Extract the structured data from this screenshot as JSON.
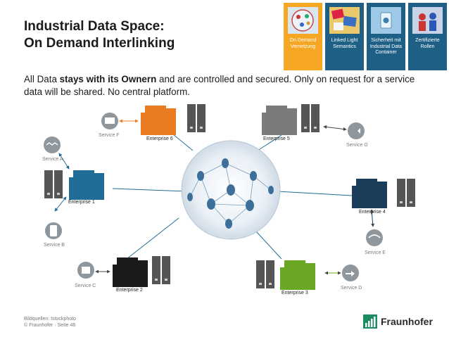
{
  "slide": {
    "title_line1": "Industrial Data Space:",
    "title_line2": "On Demand Interlinking",
    "intro_prefix": "All Data ",
    "intro_bold": "stays with its Ownern",
    "intro_suffix": " and are controlled and secured. Only on request for a service data will be shared. No central platform."
  },
  "tiles": [
    {
      "label": "On Demand Vernetzung",
      "active": true
    },
    {
      "label": "Linked Light Semantics",
      "active": false
    },
    {
      "label": "Sicherheit mit Industrial Data Container",
      "active": false
    },
    {
      "label": "Zertifizierte Rollen",
      "active": false
    }
  ],
  "enterprises": {
    "e1": "Enterprise 1",
    "e2": "Enterprise 2",
    "e3": "Enterprise 3",
    "e4": "Enterprise 4",
    "e5": "Enterprise 5",
    "e6": "Enterprise 6"
  },
  "services": {
    "a": "Service A",
    "b": "Service B",
    "c": "Service C",
    "d": "Service D",
    "e": "Service E",
    "f": "Service F",
    "g": "Service G"
  },
  "colors": {
    "blue": "#1f6d95",
    "orange": "#e97b22",
    "grey": "#7b7b7b",
    "black": "#1a1a1a",
    "green": "#6aa823",
    "navy": "#1c3d5a",
    "tile": "#1e5f86",
    "tile_active": "#f5a623",
    "fraunhofer_green": "#1a8c5f"
  },
  "footer": {
    "line1": "Bildquellen: Istockphoto",
    "line2": "© Fraunhofer · Seite 46"
  },
  "logo": {
    "name": "Fraunhofer"
  }
}
